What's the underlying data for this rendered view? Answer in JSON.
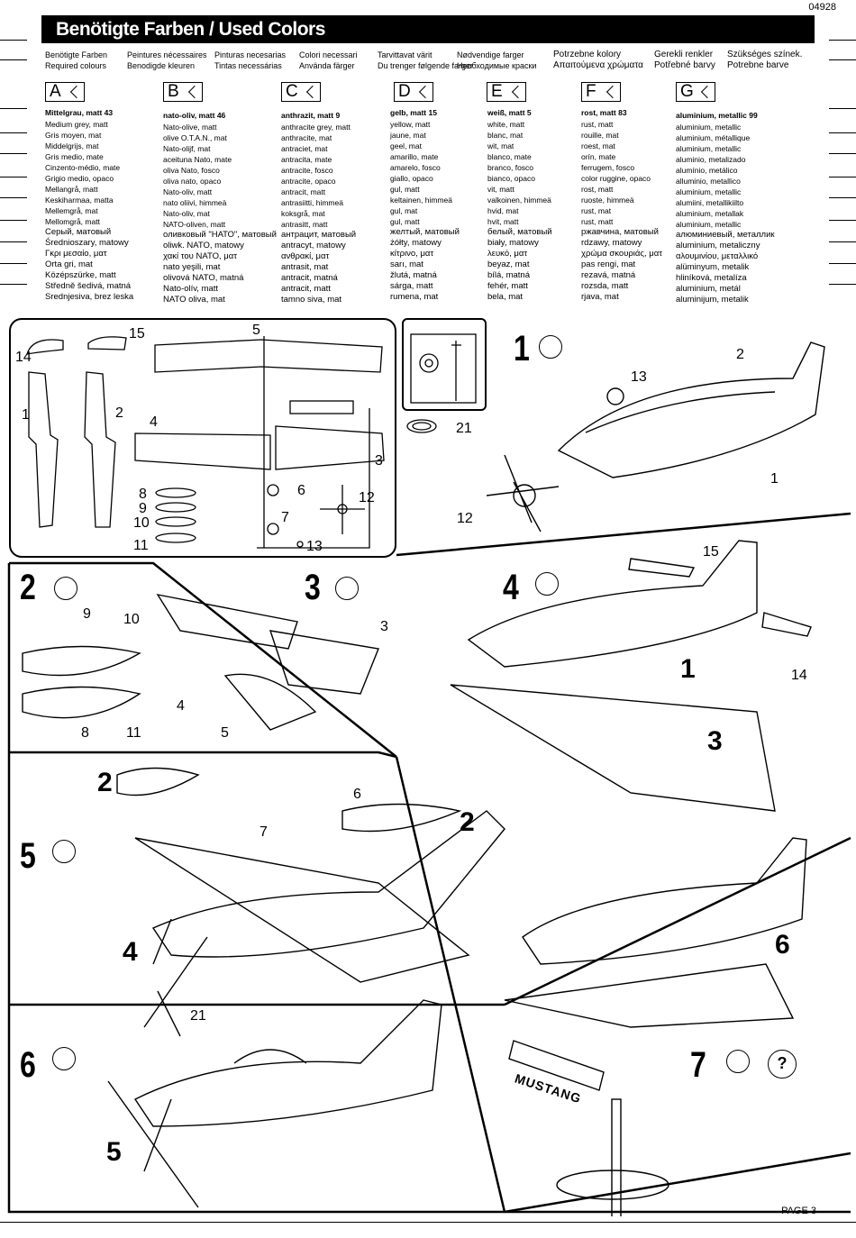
{
  "doc_number": "04928",
  "title": "Benötigte Farben / Used Colors",
  "page": "PAGE 3",
  "headers": [
    [
      "Benötigte Farben",
      "Required colours"
    ],
    [
      "Peintures nécessaires",
      "Benodigde kleuren"
    ],
    [
      "Pinturas necesarias",
      "Tintas necessárias"
    ],
    [
      "Colori necessari",
      "Använda färger"
    ],
    [
      "Tarvittavat värit",
      "Du trenger følgende farger"
    ],
    [
      "Nødvendige farger",
      "Необходимые краски"
    ],
    [
      "Potrzebne kolory",
      "Απαιτούμενα χρώματα"
    ],
    [
      "Gerekli renkler",
      "Potřebné barvy"
    ],
    [
      "Szükséges színek.",
      "Potrebne barve"
    ]
  ],
  "colors": [
    {
      "letter": "A",
      "title": "Mittelgrau, matt 43",
      "names": [
        "Medium grey, matt",
        "Gris moyen, mat",
        "Middelgrijs, mat",
        "Gris medio, mate",
        "Cinzento-médio, mate",
        "Grigio medio, opaco",
        "Mellangrå, matt",
        "Keskiharmaa, matta",
        "Mellemgrå, mat",
        "Mellomgrå, matt",
        "Серый, матовый",
        "Średnioszary, matowy",
        "Γκρι μεσαίο, ματ",
        "Orta gri, mat",
        "Középszürke, matt",
        "Středně šedivá, matná",
        "Srednjesiva, brez leska"
      ]
    },
    {
      "letter": "B",
      "title": "nato-oliv, matt 46",
      "names": [
        "Nato-olive, matt",
        "olive O.T.A.N., mat",
        "Nato-olijf, mat",
        "aceituna Nato, mate",
        "oliva Nato, fosco",
        "oliva nato, opaco",
        "Nato-oliv, matt",
        "nato oliivi, himmeä",
        "Nato-oliv, mat",
        "NATO-oliven, matt",
        "оливковый \"НАТО\", матовый",
        "oliwk. NATO, matowy",
        "χακί του NATO, ματ",
        "nato yeşili, mat",
        "olivová NATO, matná",
        "Nato-olív, matt",
        "NATO oliva, mat"
      ]
    },
    {
      "letter": "C",
      "title": "anthrazit, matt 9",
      "names": [
        "anthracite grey, matt",
        "anthracite, mat",
        "antraciet, mat",
        "antracita, mate",
        "antracite, fosco",
        "antracite, opaco",
        "antracit, matt",
        "antrasiitti, himmeä",
        "koksgrå, mat",
        "antrasitt, matt",
        "антрацит, матовый",
        "antracyt, matowy",
        "ανθρακί, ματ",
        "antrasit, mat",
        "antracit, matná",
        "antracit, matt",
        "tamno siva, mat"
      ]
    },
    {
      "letter": "D",
      "title": "gelb, matt 15",
      "names": [
        "yellow, matt",
        "jaune, mat",
        "geel, mat",
        "amarillo, mate",
        "amarelo, fosco",
        "giallo, opaco",
        "gul, matt",
        "keltainen, himmeä",
        "gul, mat",
        "gul, matt",
        "желтый, матовый",
        "żółty, matowy",
        "κίτρινο, ματ",
        "sarı, mat",
        "žlutá, matná",
        "sárga, matt",
        "rumena, mat"
      ]
    },
    {
      "letter": "E",
      "title": "weiß, matt 5",
      "names": [
        "white, matt",
        "blanc, mat",
        "wit, mat",
        "blanco, mate",
        "branco, fosco",
        "bianco, opaco",
        "vit, matt",
        "valkoinen, himmeä",
        "hvid, mat",
        "hvit, matt",
        "белый, матовый",
        "biały, matowy",
        "λευκό, ματ",
        "beyaz, mat",
        "bílá, matná",
        "fehér, matt",
        "bela, mat"
      ]
    },
    {
      "letter": "F",
      "title": "rost, matt 83",
      "names": [
        "rust, matt",
        "rouille, mat",
        "roest, mat",
        "orín, mate",
        "ferrugem, fosco",
        "color ruggine, opaco",
        "rost, matt",
        "ruoste, himmeä",
        "rust, mat",
        "rust, matt",
        "ржавчина, матовый",
        "rdzawy, matowy",
        "χρώμα σκουριάς, ματ",
        "pas rengi, mat",
        "rezavá, matná",
        "rozsda, matt",
        "rjava, mat"
      ]
    },
    {
      "letter": "G",
      "title": "aluminium, metallic 99",
      "names": [
        "aluminium, metallic",
        "aluminium, métallique",
        "aluminium, metallic",
        "aluminio, metalizado",
        "alumínio, metálico",
        "alluminio, metallico",
        "aluminium, metallic",
        "alumiini, metallikiilto",
        "aluminium, metallak",
        "aluminium, metallic",
        "алюминиевый, металлик",
        "aluminium, metaliczny",
        "αλουμινίου, μεταλλικό",
        "alüminyum, metalik",
        "hliníková, metalíza",
        "aluminium, metál",
        "aluminijum, metalik"
      ]
    }
  ],
  "steps": [
    "1",
    "2",
    "3",
    "4",
    "5",
    "6",
    "7"
  ],
  "parts": [
    "1",
    "2",
    "3",
    "4",
    "5",
    "6",
    "7",
    "8",
    "9",
    "10",
    "11",
    "12",
    "13",
    "14",
    "15",
    "21"
  ],
  "stand_label": "MUSTANG"
}
